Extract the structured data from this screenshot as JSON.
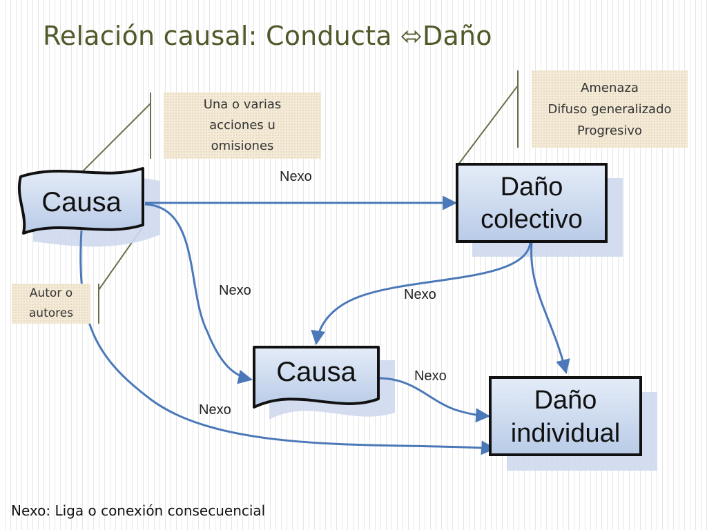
{
  "title": "Relación causal: Conducta ⬄Daño",
  "callouts": {
    "acciones": [
      "Una o varias",
      "acciones  u",
      "omisiones"
    ],
    "amenaza": [
      "Amenaza",
      "Difuso generalizado",
      "Progresivo"
    ],
    "autor": [
      "Autor o",
      "autores"
    ]
  },
  "nodes": {
    "causa_top": "Causa",
    "dano_colectivo": [
      "Daño",
      "colectivo"
    ],
    "causa_bottom": "Causa",
    "dano_individual": [
      "Daño",
      "individual"
    ]
  },
  "edge_labels": {
    "top": "Nexo",
    "left": "Nexo",
    "middle": "Nexo",
    "right": "Nexo",
    "bottom": "Nexo"
  },
  "footnote": "Nexo: Liga o conexión consecuencial",
  "colors": {
    "title": "#4f5a2a",
    "shape_fill": "#c8d6ee",
    "shape_stroke": "#111111",
    "shadow": "#cfd9ee",
    "arrow": "#4a78b8",
    "callout_line": "#66704a"
  }
}
